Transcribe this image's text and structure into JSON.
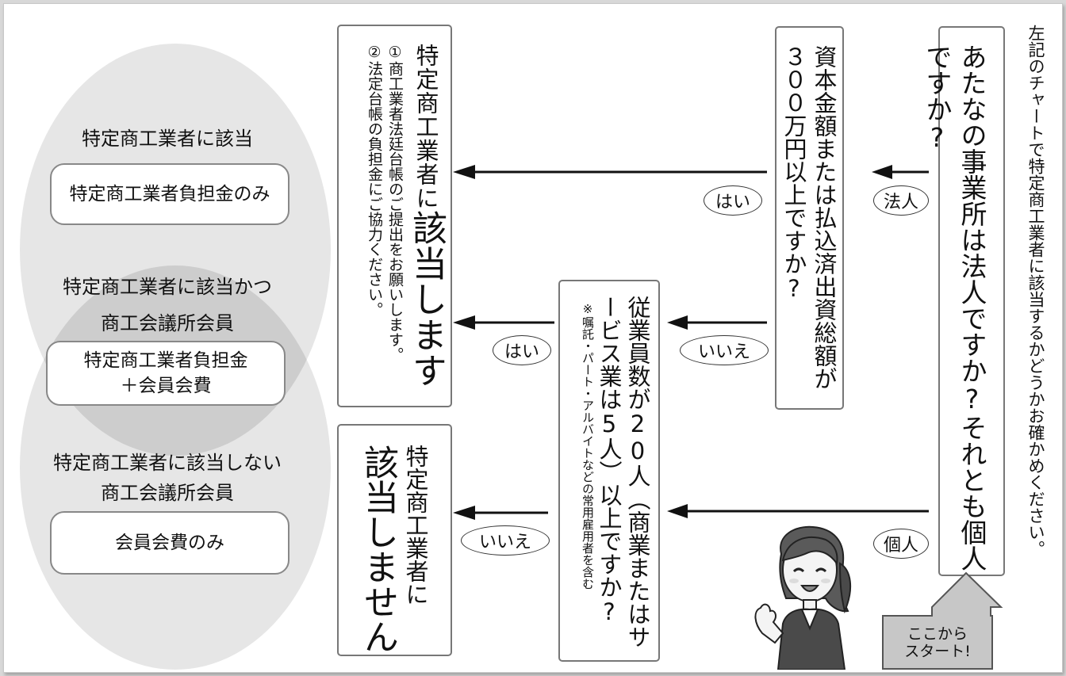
{
  "side_note": "左記のチャートで特定商工業者に該当するかどうかお確かめください。",
  "question_main": "あたなの事業所は法人ですか?それとも個人ですか?",
  "question_capital": "資本金額または払込済出資総額が３００万円以上ですか?",
  "question_employees": "従業員数が20人（商業またはサービス業は5人）以上ですか?",
  "question_employees_note": "※嘱託・パート・アルバイトなどの常用雇用者を含む",
  "result_yes": {
    "heading_prefix": "特定商工業者に",
    "heading_emph": "該当します",
    "item1": "①商工業者法廷台帳のご提出をお願いします。",
    "item2": "②法定台帳の負担金にご協力ください。"
  },
  "result_no": {
    "line1": "特定商工業者に",
    "line2": "該当しません"
  },
  "labels": {
    "corporation": "法人",
    "individual": "個人",
    "yes_capital": "はい",
    "no_capital": "いいえ",
    "yes_employees": "はい",
    "no_employees": "いいえ"
  },
  "start": "ここから\nスタート!",
  "categories": [
    {
      "title": "特定商工業者に該当",
      "fee": "特定商工業者負担金のみ"
    },
    {
      "title_line1": "特定商工業者に該当かつ",
      "title_line2": "商工会議所会員",
      "fee_line1": "特定商工業者負担金",
      "fee_line2": "＋会員会費"
    },
    {
      "title_line1": "特定商工業者に該当しない",
      "title_line2": "商工会議所会員",
      "fee": "会員会費のみ"
    }
  ]
}
